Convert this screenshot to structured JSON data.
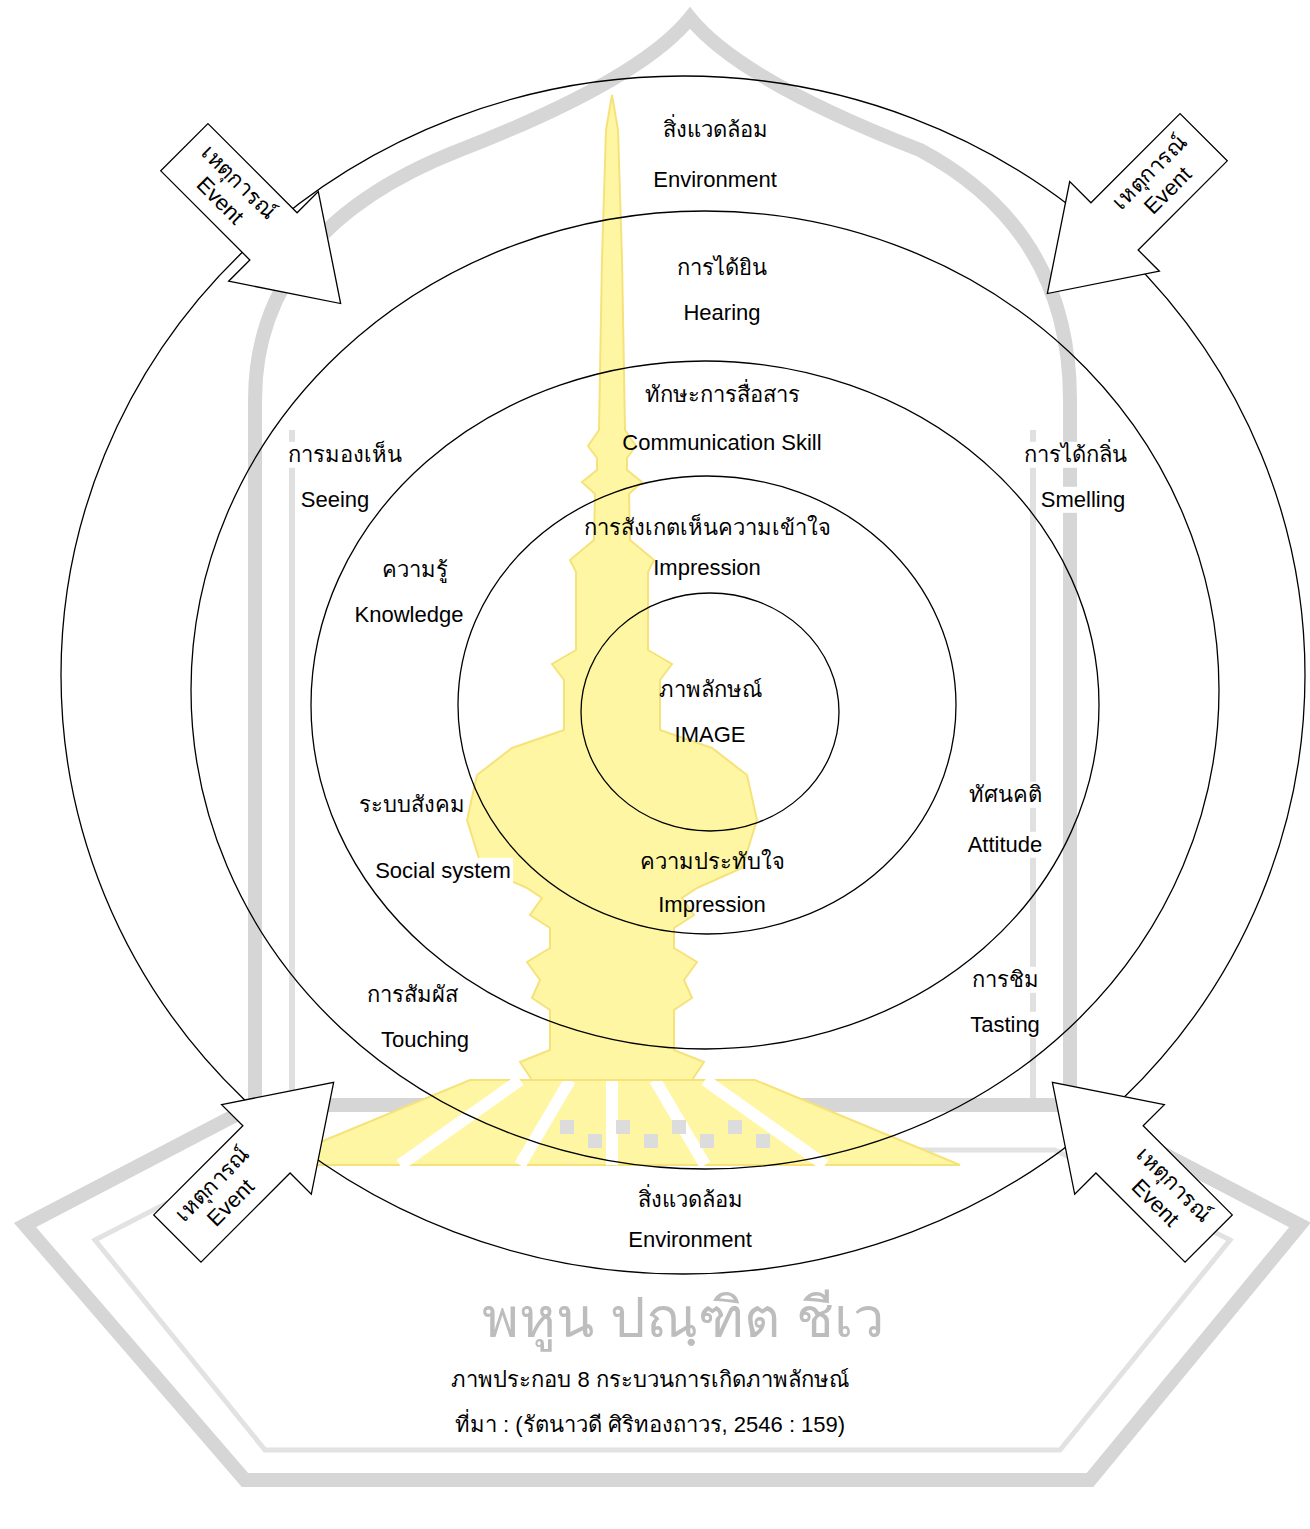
{
  "diagram": {
    "caption": "ภาพประกอบ 8 กระบวนการเกิดภาพลักษณ์",
    "nodes": [
      {
        "text": [
          "สิ่งแวดล้อม",
          "Environment",
          "สิ่งแวดล้อม",
          "Environment"
        ]
      },
      {
        "text": [
          "การได้ยิน",
          "Hearing",
          "การมองเห็น",
          "Seeing",
          "การได้กลิ่น",
          "Smelling",
          "การสัมผัส",
          "Touching",
          "การชิม",
          "Tasting"
        ],
        "in": 0
      },
      {
        "text": [
          "ทักษะการสื่อสาร",
          "Communication Skill",
          "ความรู้",
          "Knowledge",
          "ระบบสังคม",
          "Social system",
          "ทัศนคติ",
          "Attitude"
        ],
        "in": 1
      },
      {
        "text": [
          "การสังเกตเห็นความเข้าใจ",
          "Impression",
          "ความประทับใจ",
          "Impression"
        ],
        "in": 2
      },
      {
        "text": [
          "ภาพลักษณ์",
          "IMAGE"
        ],
        "in": 3
      },
      {
        "text": [
          "เหตุการณ์",
          "Event"
        ]
      },
      {
        "text": [
          "เหตุการณ์",
          "Event"
        ]
      },
      {
        "text": [
          "เหตุการณ์",
          "Event"
        ]
      },
      {
        "text": [
          "เหตุการณ์",
          "Event"
        ]
      }
    ],
    "labels": [
      "ที่มา : (รัตนาวดี ศิริทองถาวร, 2546 : 159)",
      "พหูน ปณฺฑิต ชีเว"
    ]
  }
}
